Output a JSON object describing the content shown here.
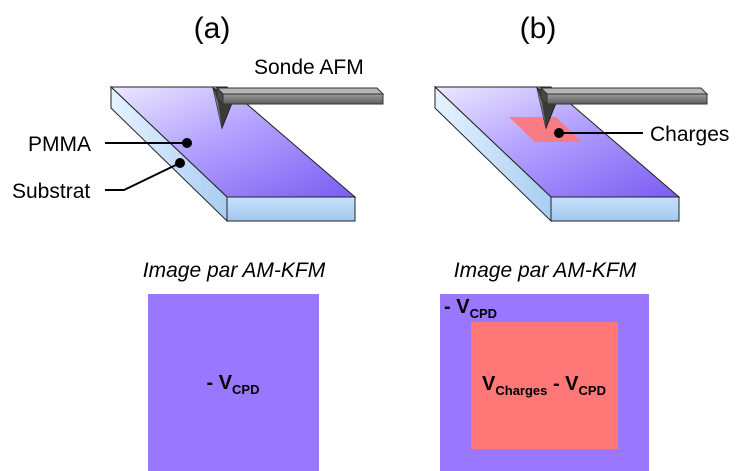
{
  "panels": {
    "a": {
      "label": "(a)",
      "callouts": {
        "probe": "Sonde AFM",
        "pmma": "PMMA",
        "substrate": "Substrat"
      },
      "caption": "Image par AM-KFM",
      "map_text": {
        "prefix": "- V",
        "sub": "CPD"
      }
    },
    "b": {
      "label": "(b)",
      "callouts": {
        "charges": "Charges"
      },
      "caption": "Image par AM-KFM",
      "map_outer_text": {
        "prefix": "- V",
        "sub": "CPD"
      },
      "map_inner_text": {
        "v1": "V",
        "sub1": "Charges",
        "mid": " - V",
        "sub2": "CPD"
      }
    }
  },
  "colors": {
    "surface_potential": "#9977ff",
    "charge_region": "#ff7777",
    "substrate_top": "#d6ecff",
    "substrate_side": "#a9cdf2",
    "probe": "#7a7a7a"
  }
}
